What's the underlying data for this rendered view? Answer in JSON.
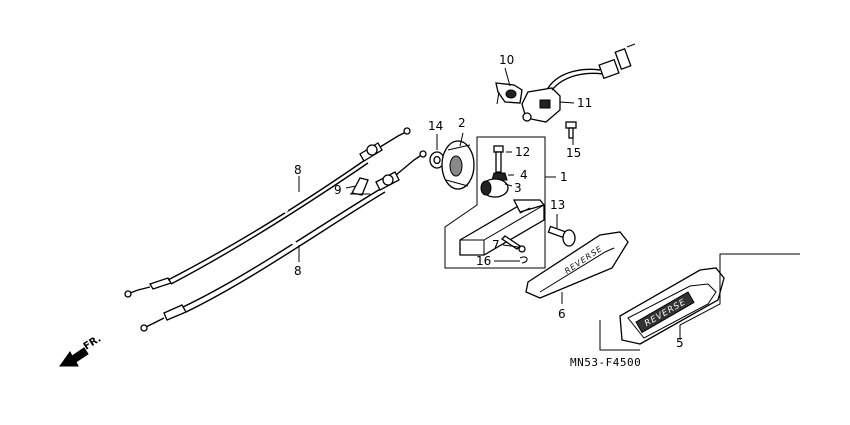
{
  "diagram": {
    "callouts": [
      {
        "id": "1",
        "label": "1"
      },
      {
        "id": "2",
        "label": "2"
      },
      {
        "id": "3",
        "label": "3"
      },
      {
        "id": "4",
        "label": "4"
      },
      {
        "id": "5",
        "label": "5"
      },
      {
        "id": "6",
        "label": "6"
      },
      {
        "id": "7",
        "label": "7"
      },
      {
        "id": "8a",
        "label": "8"
      },
      {
        "id": "8b",
        "label": "8"
      },
      {
        "id": "9",
        "label": "9"
      },
      {
        "id": "10",
        "label": "10"
      },
      {
        "id": "11",
        "label": "11"
      },
      {
        "id": "12",
        "label": "12"
      },
      {
        "id": "13",
        "label": "13"
      },
      {
        "id": "14",
        "label": "14"
      },
      {
        "id": "15",
        "label": "15"
      },
      {
        "id": "16",
        "label": "16"
      }
    ],
    "diagram_code": "MN53-F4500",
    "front_indicator": "FR.",
    "embossed_small": "REVERSE",
    "embossed_large": "REVERSE"
  }
}
